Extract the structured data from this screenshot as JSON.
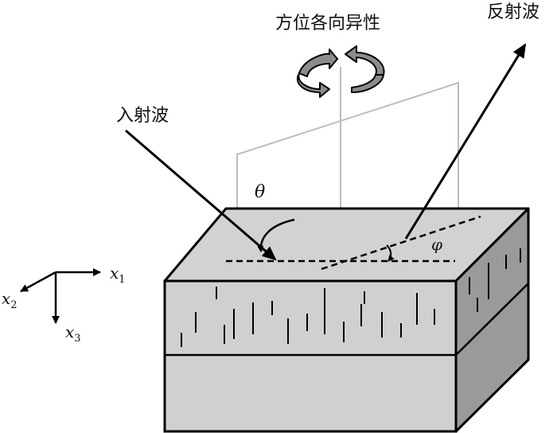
{
  "labels": {
    "azimuthal_anisotropy": "方位各向异性",
    "reflected_wave": "反射波",
    "incident_wave": "入射波",
    "theta": "θ",
    "phi": "φ"
  },
  "axes": {
    "x1": {
      "var": "x",
      "sub": "1"
    },
    "x2": {
      "var": "x",
      "sub": "2"
    },
    "x3": {
      "var": "x",
      "sub": "3"
    }
  },
  "colors": {
    "line": "#000000",
    "plane": "#b8b8b8",
    "top_face": "#d2d2d2",
    "front_face": "#d0d0d0",
    "side_face": "#9a9a9a",
    "rotation_arrow": "#8c8c8c"
  },
  "icons": [
    "rotation-arrow-icon"
  ]
}
